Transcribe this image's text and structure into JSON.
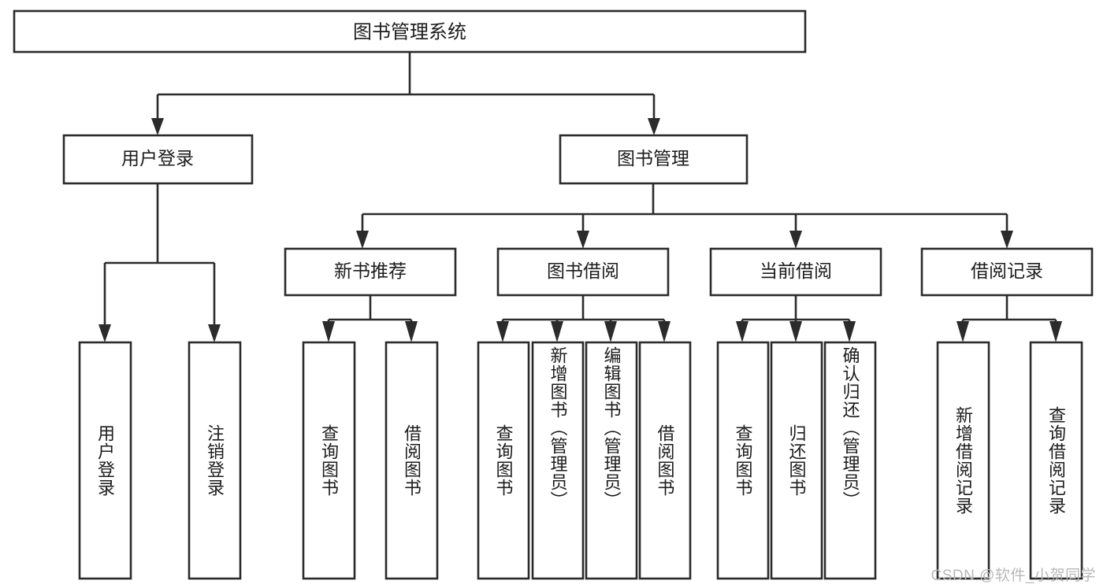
{
  "diagram": {
    "title": "图书管理系统",
    "type": "tree-hierarchy-chart",
    "root": {
      "id": "root",
      "label": "图书管理系统",
      "orientation": "horizontal"
    },
    "level2": [
      {
        "id": "user-login",
        "label": "用户登录",
        "orientation": "horizontal"
      },
      {
        "id": "book-management",
        "label": "图书管理",
        "orientation": "horizontal"
      }
    ],
    "level3": [
      {
        "id": "new-book-recommend",
        "label": "新书推荐",
        "orientation": "horizontal",
        "parent": "book-management"
      },
      {
        "id": "book-borrow",
        "label": "图书借阅",
        "orientation": "horizontal",
        "parent": "book-management"
      },
      {
        "id": "current-borrow",
        "label": "当前借阅",
        "orientation": "horizontal",
        "parent": "book-management"
      },
      {
        "id": "borrow-record",
        "label": "借阅记录",
        "orientation": "horizontal",
        "parent": "book-management"
      }
    ],
    "leaves": [
      {
        "id": "leaf-user-login",
        "label": "用户登录",
        "orientation": "vertical",
        "parent": "user-login"
      },
      {
        "id": "leaf-user-logout",
        "label": "注销登录",
        "orientation": "vertical",
        "parent": "user-login"
      },
      {
        "id": "leaf-query-book-1",
        "label": "查询图书",
        "orientation": "vertical",
        "parent": "new-book-recommend"
      },
      {
        "id": "leaf-borrow-book-1",
        "label": "借阅图书",
        "orientation": "vertical",
        "parent": "new-book-recommend"
      },
      {
        "id": "leaf-query-book-2",
        "label": "查询图书",
        "orientation": "vertical",
        "parent": "book-borrow"
      },
      {
        "id": "leaf-add-book",
        "label": "新增图书（管理员）",
        "orientation": "vertical",
        "parent": "book-borrow"
      },
      {
        "id": "leaf-edit-book",
        "label": "编辑图书（管理员）",
        "orientation": "vertical",
        "parent": "book-borrow"
      },
      {
        "id": "leaf-borrow-book-2",
        "label": "借阅图书",
        "orientation": "vertical",
        "parent": "book-borrow"
      },
      {
        "id": "leaf-query-book-3",
        "label": "查询图书",
        "orientation": "vertical",
        "parent": "current-borrow"
      },
      {
        "id": "leaf-return-book",
        "label": "归还图书",
        "orientation": "vertical",
        "parent": "current-borrow"
      },
      {
        "id": "leaf-confirm-return",
        "label": "确认归还（管理员）",
        "orientation": "vertical",
        "parent": "current-borrow"
      },
      {
        "id": "leaf-add-record",
        "label": "新增借阅记录",
        "orientation": "vertical",
        "parent": "borrow-record"
      },
      {
        "id": "leaf-query-record",
        "label": "查询借阅记录",
        "orientation": "vertical",
        "parent": "borrow-record"
      }
    ],
    "colors": {
      "stroke": "#2b2b2b",
      "fill": "#ffffff",
      "text": "#1c1c1c",
      "watermark": "#b9b9b9",
      "background": "#ffffff"
    }
  },
  "watermark": {
    "text": "CSDN @软件_小贺同学"
  }
}
